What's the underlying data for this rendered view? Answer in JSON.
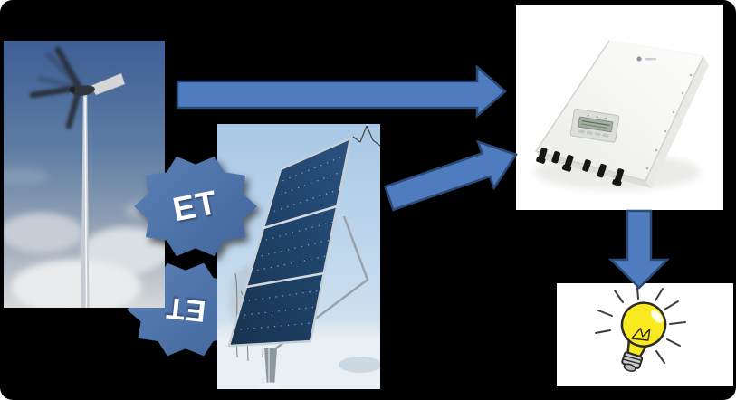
{
  "slide": {
    "background_color": "#000000",
    "badges": {
      "top": {
        "label": "ET"
      },
      "bottom": {
        "label": "ET"
      }
    },
    "figures": {
      "wind_turbine": "wind-turbine-photo",
      "solar_panel": "solar-panel-photo",
      "inverter": "inverter-photo",
      "light_bulb": "light-bulb-clipart"
    },
    "colors": {
      "arrow_fill": "#4E7CBE",
      "arrow_stroke": "#2B4A78",
      "badge_fill": "#4C72A8",
      "badge_text": "#FFFFFF",
      "bulb_yellow": "#F8EA1F",
      "panel_blue": "#1C3C66",
      "sky_blue": "#A6C6E6"
    }
  }
}
